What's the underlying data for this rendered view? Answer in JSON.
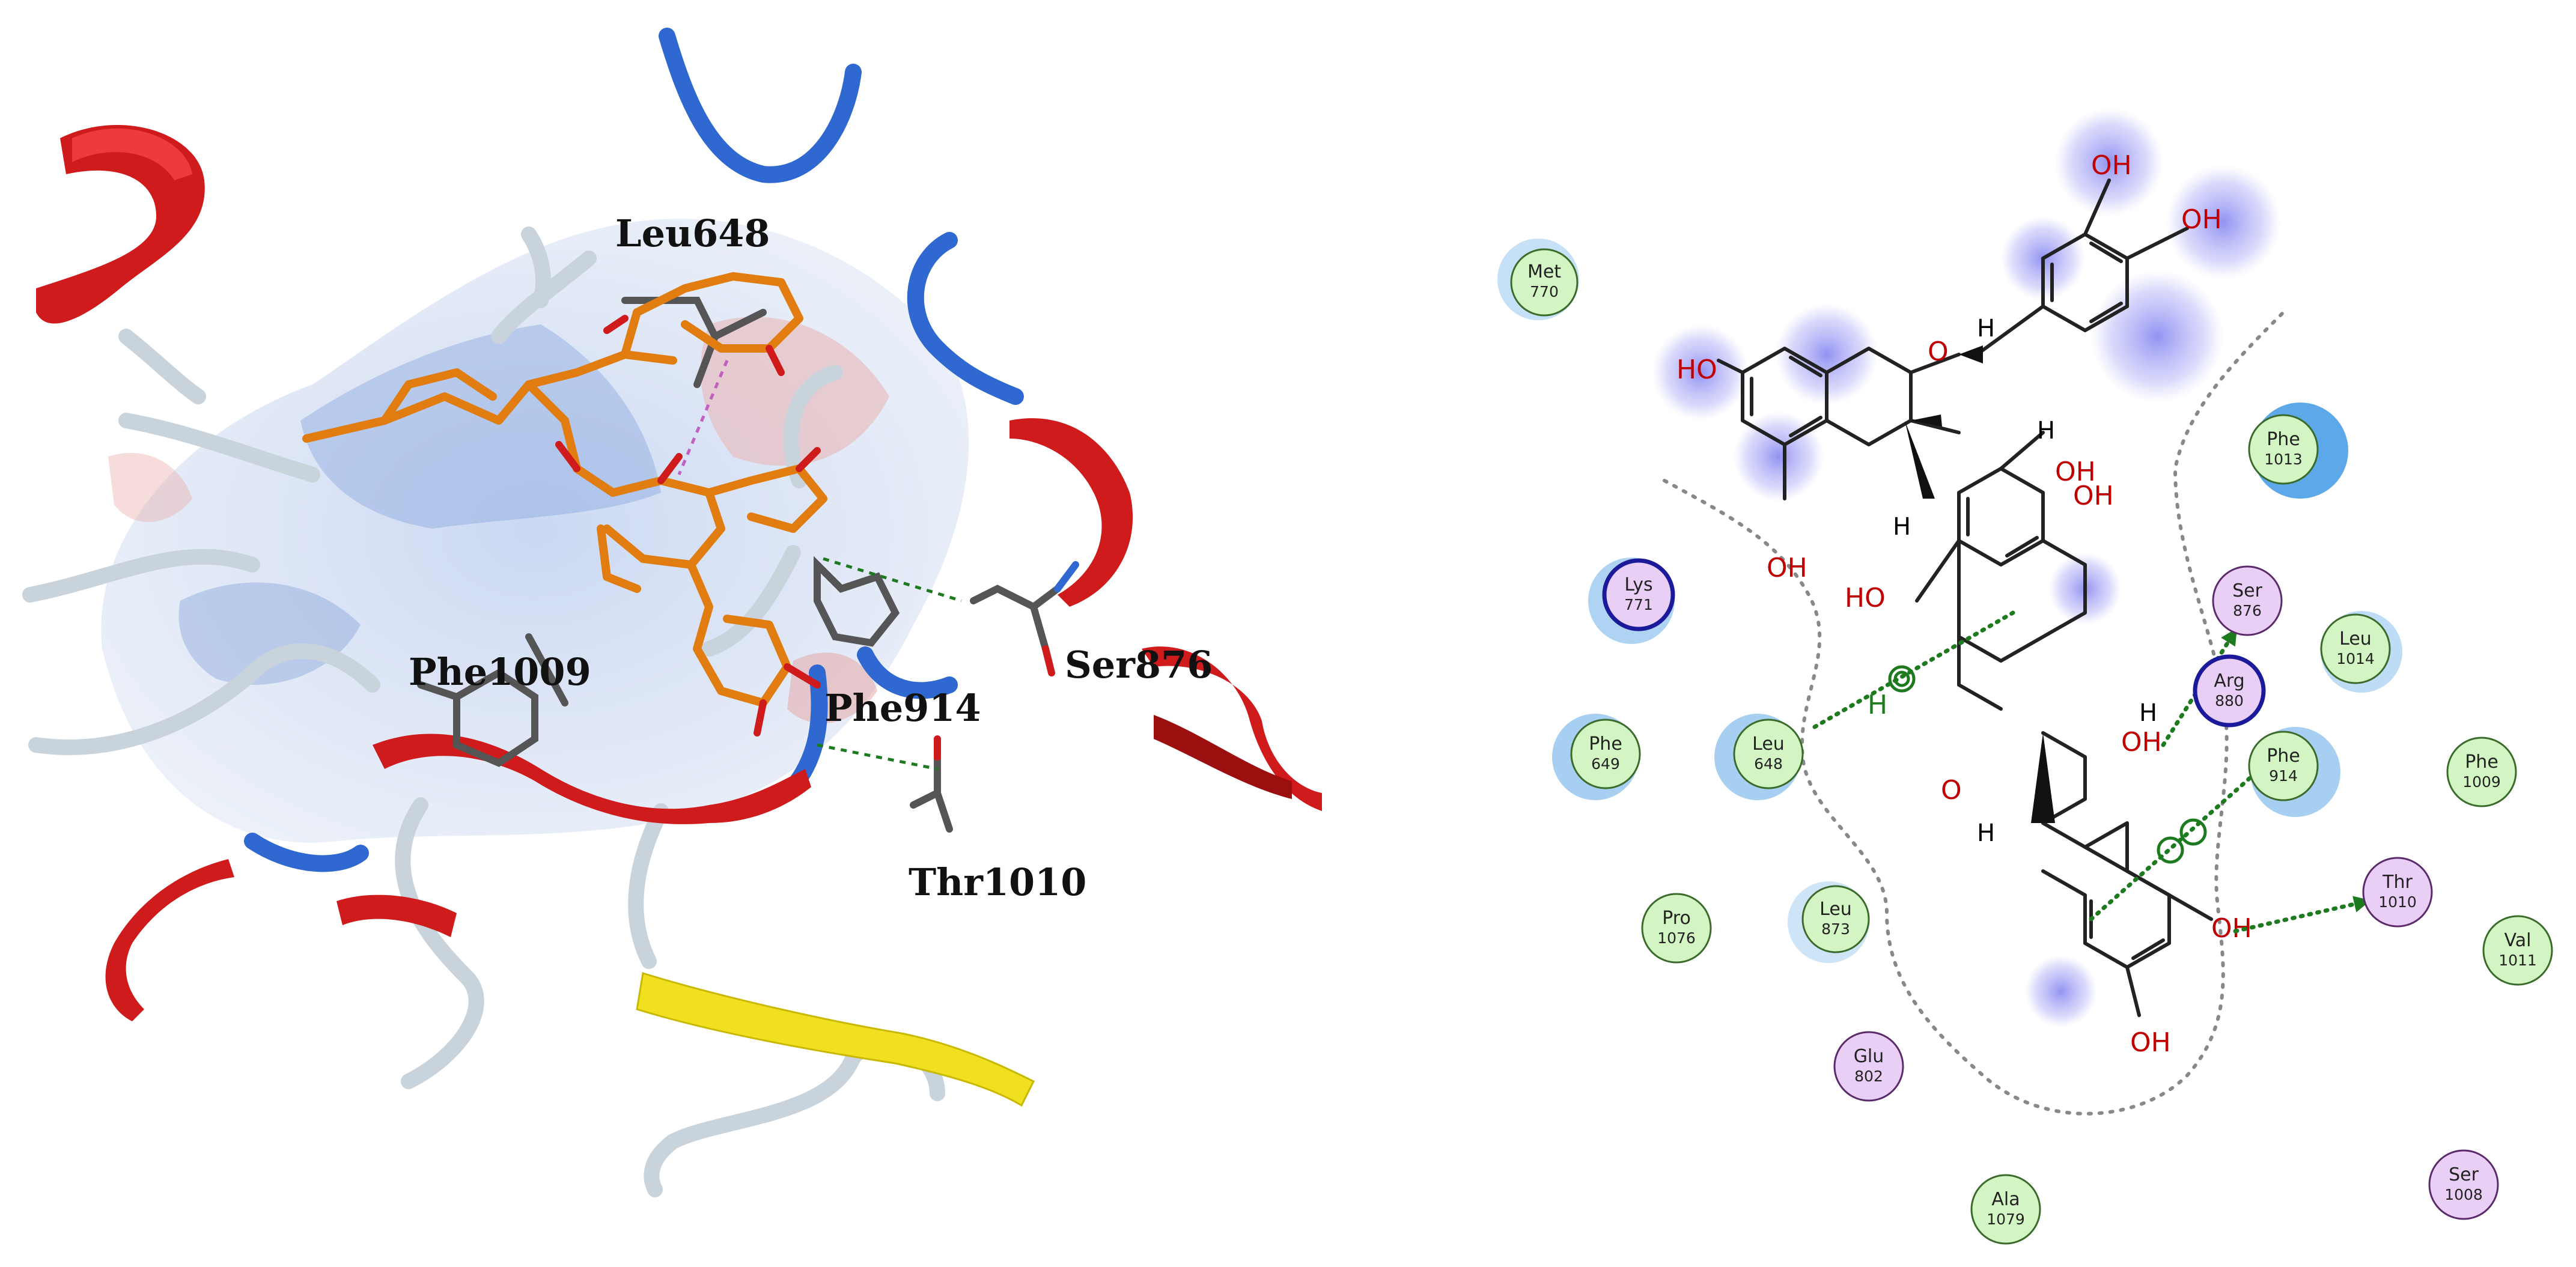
{
  "left_panel": {
    "residue_labels": [
      {
        "id": "leu648",
        "text": "Leu648"
      },
      {
        "id": "phe1009",
        "text": "Phe1009"
      },
      {
        "id": "phe914",
        "text": "Phe914"
      },
      {
        "id": "ser876",
        "text": "Ser876"
      },
      {
        "id": "thr1010",
        "text": "Thr1010"
      }
    ]
  },
  "right_panel": {
    "atoms": {
      "oh": "OH",
      "ho": "HO",
      "o": "O",
      "h": "H"
    },
    "residues": [
      {
        "name": "Met",
        "num": "770",
        "type": "hydrophobic"
      },
      {
        "name": "Lys",
        "num": "771",
        "type": "charged-positive"
      },
      {
        "name": "Phe",
        "num": "649",
        "type": "hydrophobic"
      },
      {
        "name": "Leu",
        "num": "648",
        "type": "hydrophobic"
      },
      {
        "name": "Pro",
        "num": "1076",
        "type": "hydrophobic"
      },
      {
        "name": "Leu",
        "num": "873",
        "type": "hydrophobic"
      },
      {
        "name": "Glu",
        "num": "802",
        "type": "polar"
      },
      {
        "name": "Ala",
        "num": "1079",
        "type": "hydrophobic"
      },
      {
        "name": "Phe",
        "num": "1013",
        "type": "hydrophobic"
      },
      {
        "name": "Ser",
        "num": "876",
        "type": "polar"
      },
      {
        "name": "Arg",
        "num": "880",
        "type": "charged-positive"
      },
      {
        "name": "Leu",
        "num": "1014",
        "type": "hydrophobic"
      },
      {
        "name": "Phe",
        "num": "914",
        "type": "hydrophobic"
      },
      {
        "name": "Phe",
        "num": "1009",
        "type": "hydrophobic"
      },
      {
        "name": "Thr",
        "num": "1010",
        "type": "polar"
      },
      {
        "name": "Val",
        "num": "1011",
        "type": "hydrophobic"
      },
      {
        "name": "Ser",
        "num": "1008",
        "type": "polar"
      }
    ],
    "colors": {
      "hydrophobic": "#d3f5c4",
      "polar": "#e9cff5",
      "charged_ring": "#1a1a9a",
      "solvent_halo": "#5da8e8",
      "hbond": "#1e7a1e",
      "atom_red": "#c00000"
    }
  }
}
